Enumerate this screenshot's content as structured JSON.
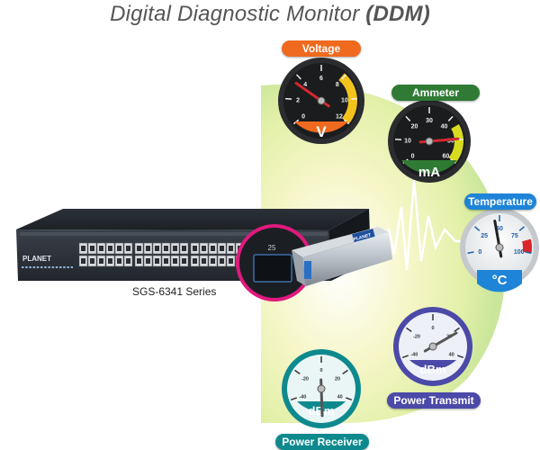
{
  "title": {
    "main": "Digital Diagnostic Monitor ",
    "accent": "(DDM)"
  },
  "colors": {
    "voltage": "#ef6a1e",
    "ammeter": "#2f7a34",
    "temperature": "#1e84d8",
    "power_transmit": "#4b4aa8",
    "power_receiver": "#0e8a8e",
    "highlight_ring": "#e0197d"
  },
  "gauges": {
    "voltage": {
      "label": "Voltage",
      "unit": "V",
      "ticks": [
        "0",
        "2",
        "4",
        "6",
        "8",
        "10",
        "12"
      ]
    },
    "ammeter": {
      "label": "Ammeter",
      "unit": "mA",
      "ticks": [
        "0",
        "10",
        "20",
        "30",
        "40",
        "50",
        "60"
      ]
    },
    "temperature": {
      "label": "Temperature",
      "unit": "°C",
      "ticks": [
        "0",
        "25",
        "50",
        "75",
        "100"
      ]
    },
    "power_transmit": {
      "label": "Power Transmit",
      "unit": "dBm",
      "ticks": [
        "-40",
        "-20",
        "0",
        "20",
        "40"
      ]
    },
    "power_receiver": {
      "label": "Power Receiver",
      "unit": "dBm",
      "ticks": [
        "-40",
        "-20",
        "0",
        "20",
        "40"
      ]
    }
  },
  "device": {
    "caption": "SGS-6341 Series",
    "brand": "PLANET",
    "port_label": "25",
    "sfp_brand": "PLANET"
  }
}
